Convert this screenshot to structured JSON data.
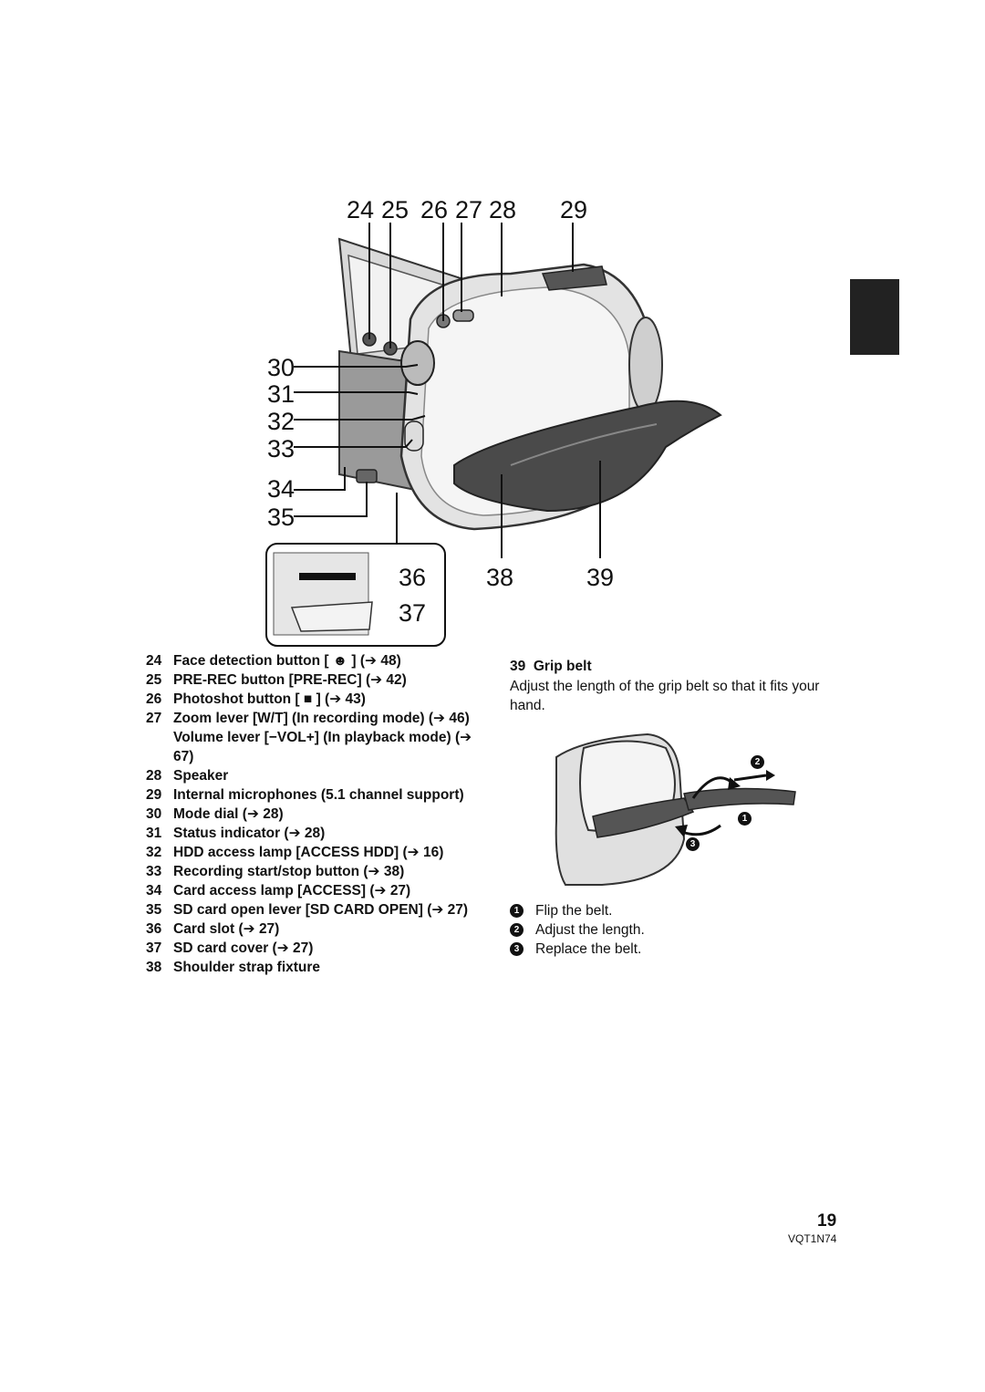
{
  "side_tab_color": "#222222",
  "callouts": {
    "c24": "24",
    "c25": "25",
    "c26": "26",
    "c27": "27",
    "c28": "28",
    "c29": "29",
    "c30": "30",
    "c31": "31",
    "c32": "32",
    "c33": "33",
    "c34": "34",
    "c35": "35",
    "c36": "36",
    "c37": "37",
    "c38": "38",
    "c39": "39"
  },
  "items": [
    {
      "num": "24",
      "text": "Face detection button [ ☻ ] (➔ 48)"
    },
    {
      "num": "25",
      "text": "PRE-REC button [PRE-REC] (➔ 42)"
    },
    {
      "num": "26",
      "text": "Photoshot button [ ■ ] (➔ 43)"
    },
    {
      "num": "27",
      "text": "Zoom lever [W/T] (In recording mode) (➔ 46)"
    },
    {
      "num": "",
      "text": "Volume lever [−VOL+] (In playback mode) (➔ 67)"
    },
    {
      "num": "28",
      "text": "Speaker"
    },
    {
      "num": "29",
      "text": "Internal microphones (5.1 channel support)"
    },
    {
      "num": "30",
      "text": "Mode dial (➔ 28)"
    },
    {
      "num": "31",
      "text": "Status indicator (➔ 28)"
    },
    {
      "num": "32",
      "text": "HDD access lamp [ACCESS HDD] (➔ 16)"
    },
    {
      "num": "33",
      "text": "Recording start/stop button (➔ 38)"
    },
    {
      "num": "34",
      "text": "Card access lamp [ACCESS] (➔ 27)"
    },
    {
      "num": "35",
      "text": "SD card open lever [SD CARD OPEN] (➔ 27)"
    },
    {
      "num": "36",
      "text": "Card slot (➔ 27)"
    },
    {
      "num": "37",
      "text": "SD card cover (➔ 27)"
    },
    {
      "num": "38",
      "text": "Shoulder strap fixture"
    }
  ],
  "grip": {
    "num": "39",
    "title": "Grip belt",
    "description": "Adjust the length of the grip belt so that it fits your hand."
  },
  "grip_figure_markers": {
    "m1": "1",
    "m2": "2",
    "m3": "3"
  },
  "steps": [
    {
      "marker": "1",
      "text": "Flip the belt."
    },
    {
      "marker": "2",
      "text": "Adjust the length."
    },
    {
      "marker": "3",
      "text": "Replace the belt."
    }
  ],
  "footer": {
    "page_number": "19",
    "model_code": "VQT1N74"
  }
}
